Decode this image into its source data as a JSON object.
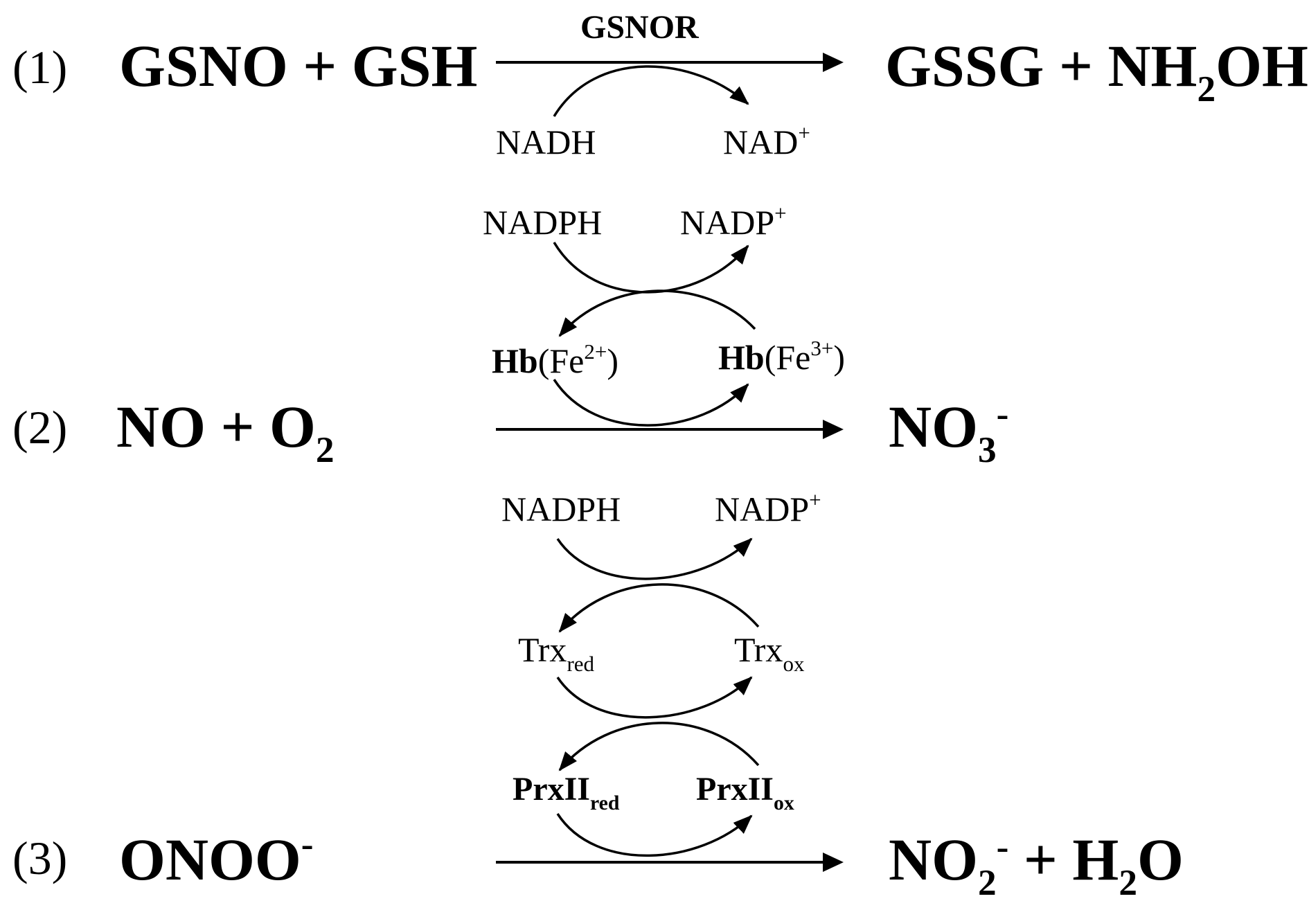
{
  "reactions": [
    {
      "number": "(1)",
      "reactants": {
        "a": "GSNO + GSH"
      },
      "products": {
        "a": "GSSG + NH",
        "sub": "2",
        "b": "OH"
      },
      "enzyme": "GSNOR",
      "cofactor": {
        "left": "NADH",
        "right": "NAD",
        "right_sup": "+"
      }
    },
    {
      "number": "(2)",
      "reactants": {
        "a": "NO + O",
        "sub": "2"
      },
      "products": {
        "a": "NO",
        "sub": "3",
        "sup": "-"
      },
      "cycle": {
        "top_left": "NADPH",
        "top_right": "NADP",
        "top_right_sup": "+",
        "left_bold": "Hb",
        "left_rest": "(Fe",
        "left_sup": "2+",
        "left_close": ")",
        "right_bold": "Hb",
        "right_rest": "(Fe",
        "right_sup": "3+",
        "right_close": ")"
      }
    },
    {
      "number": "(3)",
      "reactants": {
        "a": "ONOO",
        "sup": "-"
      },
      "products": {
        "a": "NO",
        "sub": "2",
        "sup": "-",
        "b": " + H",
        "sub2": "2",
        "c": "O"
      },
      "cycle": {
        "top_left": "NADPH",
        "top_right": "NADP",
        "top_right_sup": "+",
        "mid_left": "Trx",
        "mid_left_sub": "red",
        "mid_right": "Trx",
        "mid_right_sub": "ox",
        "bottom_left": "PrxII",
        "bottom_left_sub": "red",
        "bottom_right": "PrxII",
        "bottom_right_sub": "ox"
      }
    }
  ]
}
